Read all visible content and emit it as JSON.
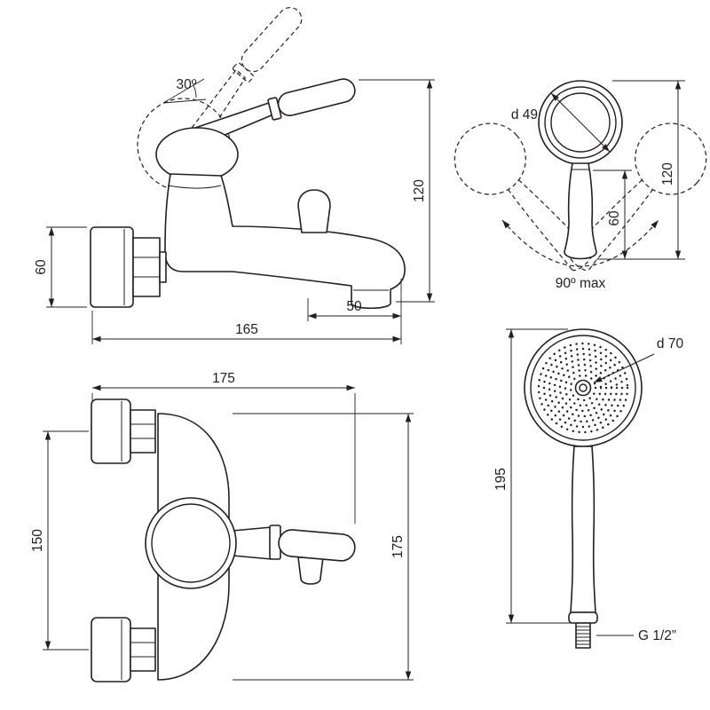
{
  "page": {
    "background": "#ffffff",
    "ink": "#231f20"
  },
  "views": {
    "mixer_side": {
      "dim_lever_angle": "30º",
      "dim_height": "120",
      "dim_wall_flange": "60",
      "dim_spout_outlet": "50",
      "dim_overall_depth": "165"
    },
    "handshower_swivel": {
      "dim_head_diameter": "d 49",
      "dim_handle_length": "60",
      "dim_overall_length": "120",
      "dim_swivel_range": "90º max"
    },
    "mixer_front": {
      "dim_overall_width": "175",
      "dim_mount_centres": "150",
      "dim_overall_height": "175"
    },
    "handshower_front": {
      "dim_head_diameter": "d 70",
      "dim_overall_length": "195",
      "dim_thread": "G 1/2”"
    }
  }
}
